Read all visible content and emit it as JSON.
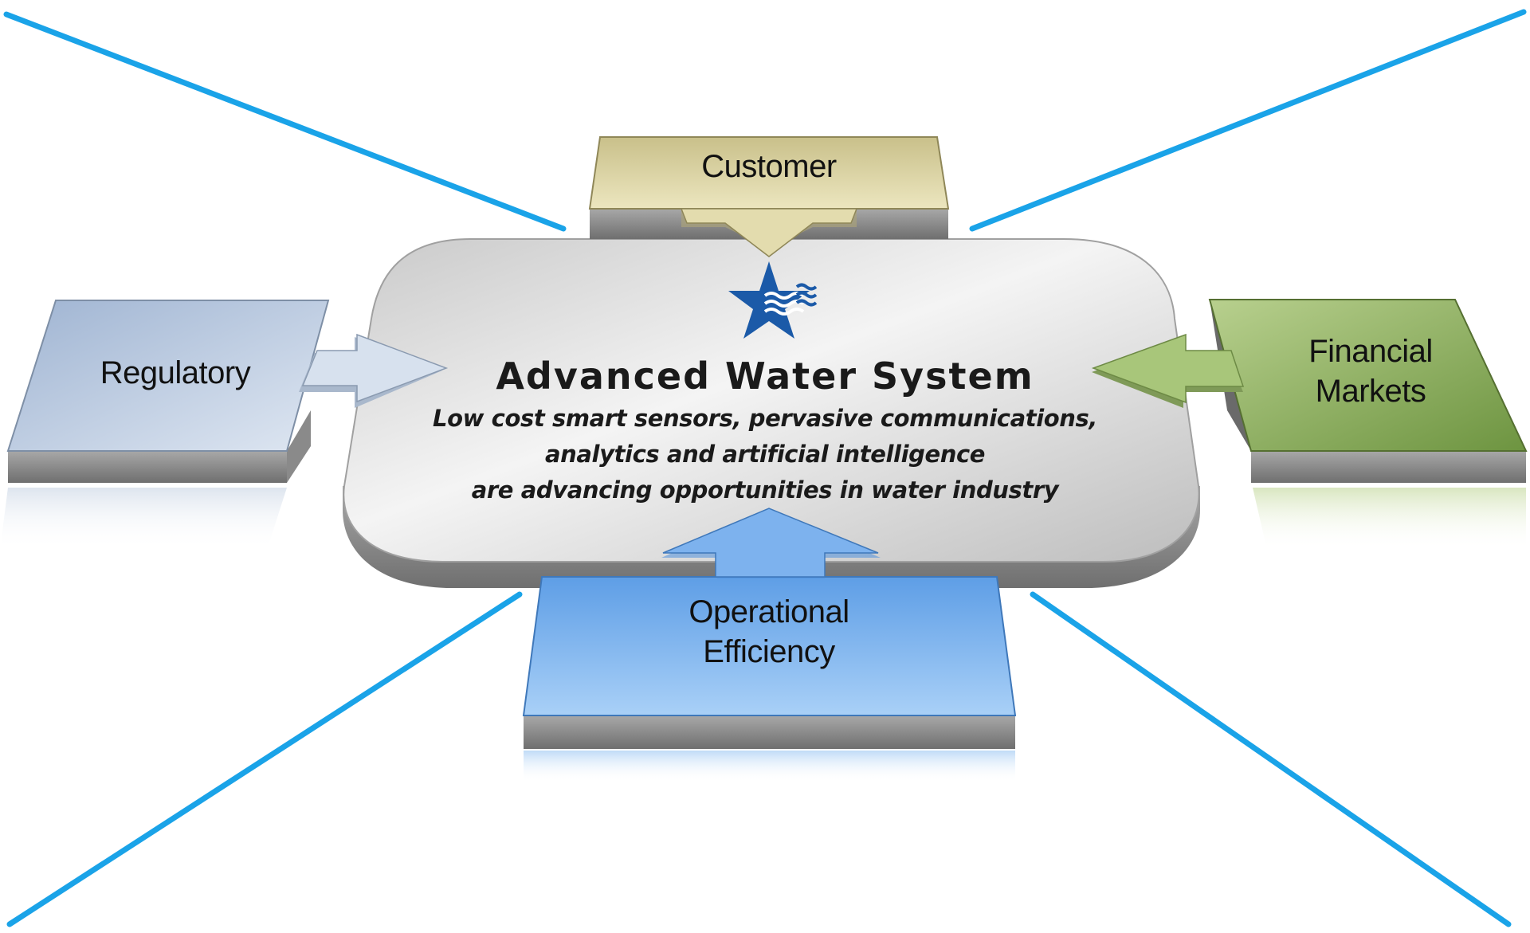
{
  "diagram": {
    "center": {
      "title": "Advanced Water System",
      "description_lines": [
        "Low cost smart sensors, pervasive communications,",
        "analytics and artificial intelligence",
        "are advancing opportunities in water industry"
      ],
      "logo_icon": "star-water-logo-icon"
    },
    "inputs": {
      "customer": {
        "label": "Customer"
      },
      "regulatory": {
        "label": "Regulatory"
      },
      "financial_markets": {
        "lines": [
          "Financial",
          "Markets"
        ]
      },
      "operational_efficiency": {
        "lines": [
          "Operational",
          "Efficiency"
        ]
      }
    }
  },
  "colors": {
    "accent_line": "#1aa3e8",
    "customer": "#d9d2a0",
    "regulatory": "#b8c9e0",
    "financial": "#8fb35a",
    "operational": "#7fb5ef",
    "platform": "#e4e4e4",
    "logo": "#1b5aa8"
  }
}
